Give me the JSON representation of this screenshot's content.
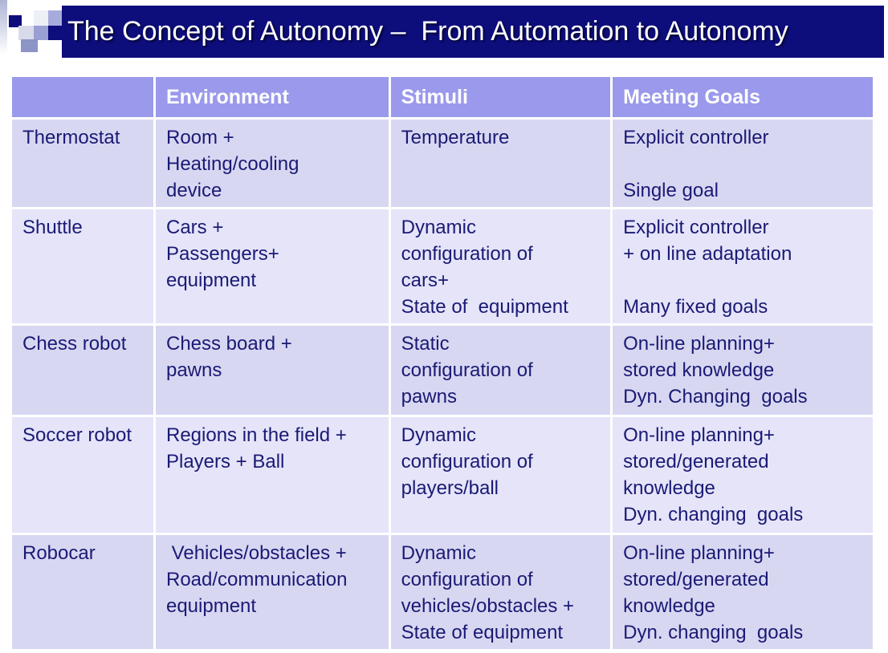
{
  "slide": {
    "title": "The Concept of Autonomy –  From Automation to Autonomy"
  },
  "colors": {
    "title_bar_bg": "#0d0d7c",
    "title_text": "#ffffff",
    "header_bg": "#9a99ec",
    "header_text": "#ffffff",
    "row_bg_dark": "#d8d7f2",
    "row_bg_light": "#e5e4f9",
    "body_text": "#1a1a75"
  },
  "table": {
    "columns": [
      "",
      "Environment",
      "Stimuli",
      "Meeting Goals"
    ],
    "rows": [
      {
        "label": "Thermostat",
        "environment": "Room +\nHeating/cooling\ndevice",
        "stimuli": "Temperature",
        "meeting_goals": "Explicit controller\n\nSingle goal"
      },
      {
        "label": "Shuttle",
        "environment": "Cars +\nPassengers+\nequipment",
        "stimuli": "Dynamic\nconfiguration of\ncars+\nState of  equipment",
        "meeting_goals": "Explicit controller\n+ on line adaptation\n\nMany fixed goals"
      },
      {
        "label": "Chess robot",
        "environment": "Chess board +\npawns",
        "stimuli": "Static\nconfiguration of\npawns",
        "meeting_goals": "On-line planning+\nstored knowledge\nDyn. Changing  goals"
      },
      {
        "label": "Soccer robot",
        "environment": "Regions in the field +\nPlayers + Ball",
        "stimuli": "Dynamic\nconfiguration of\nplayers/ball",
        "meeting_goals": "On-line planning+\nstored/generated\nknowledge\nDyn. changing  goals"
      },
      {
        "label": "Robocar",
        "environment": " Vehicles/obstacles +\nRoad/communication\nequipment",
        "stimuli": "Dynamic\nconfiguration of\nvehicles/obstacles +\nState of equipment",
        "meeting_goals": "On-line planning+\nstored/generated\nknowledge\nDyn. changing  goals"
      }
    ]
  }
}
